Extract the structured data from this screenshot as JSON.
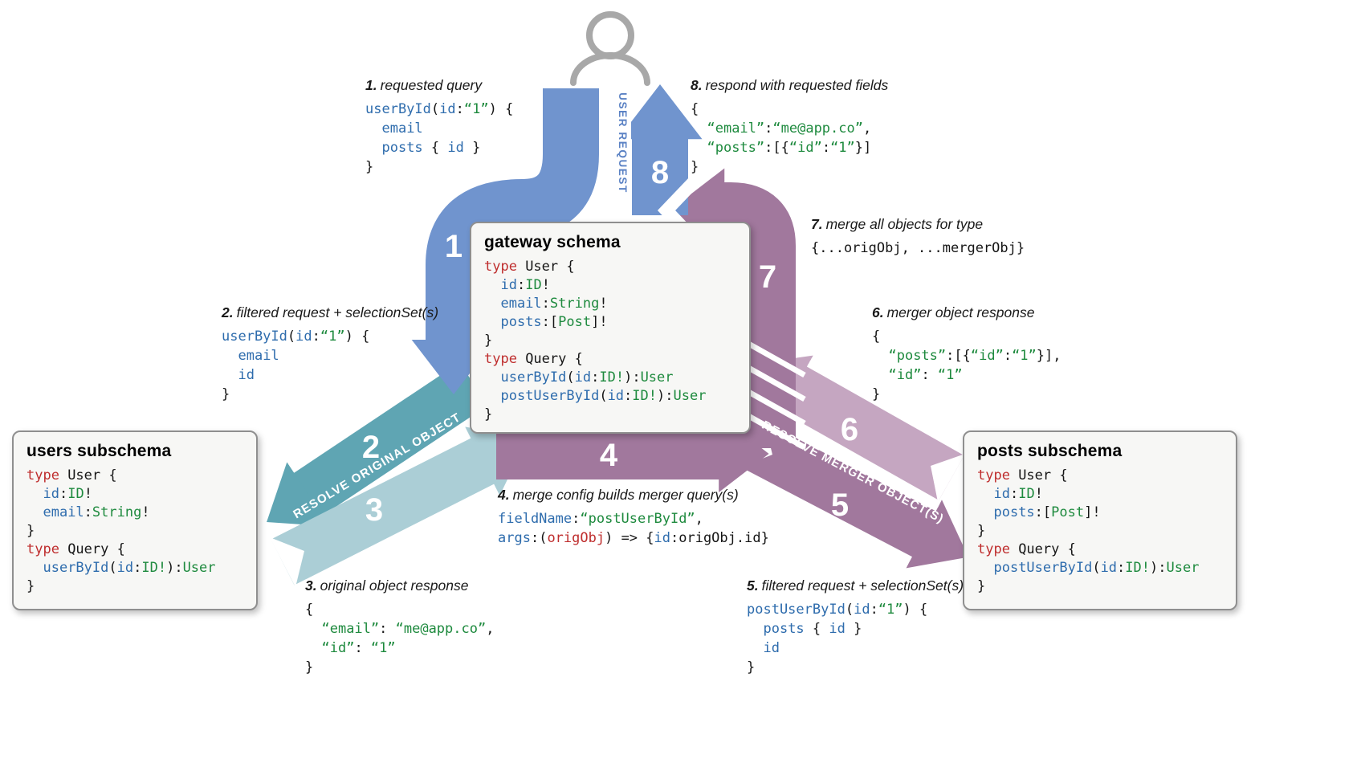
{
  "boxes": {
    "gateway": {
      "title": "gateway schema",
      "code": [
        [
          [
            "k",
            "type"
          ],
          [
            "p",
            " User {"
          ]
        ],
        [
          [
            "p",
            "  "
          ],
          [
            "f",
            "id"
          ],
          [
            "p",
            ":"
          ],
          [
            "t",
            "ID"
          ],
          [
            "p",
            "!"
          ]
        ],
        [
          [
            "p",
            "  "
          ],
          [
            "f",
            "email"
          ],
          [
            "p",
            ":"
          ],
          [
            "t",
            "String"
          ],
          [
            "p",
            "!"
          ]
        ],
        [
          [
            "p",
            "  "
          ],
          [
            "f",
            "posts"
          ],
          [
            "p",
            ":["
          ],
          [
            "t",
            "Post"
          ],
          [
            "p",
            "]!"
          ]
        ],
        [
          [
            "p",
            "}"
          ]
        ],
        [
          [
            "k",
            "type"
          ],
          [
            "p",
            " Query {"
          ]
        ],
        [
          [
            "p",
            "  "
          ],
          [
            "f",
            "userById"
          ],
          [
            "p",
            "("
          ],
          [
            "f",
            "id"
          ],
          [
            "p",
            ":"
          ],
          [
            "t",
            "ID!"
          ],
          [
            "p",
            "):"
          ],
          [
            "t",
            "User"
          ]
        ],
        [
          [
            "p",
            "  "
          ],
          [
            "f",
            "postUserById"
          ],
          [
            "p",
            "("
          ],
          [
            "f",
            "id"
          ],
          [
            "p",
            ":"
          ],
          [
            "t",
            "ID!"
          ],
          [
            "p",
            "):"
          ],
          [
            "t",
            "User"
          ]
        ],
        [
          [
            "p",
            "}"
          ]
        ]
      ]
    },
    "users": {
      "title": "users subschema",
      "code": [
        [
          [
            "k",
            "type"
          ],
          [
            "p",
            " User {"
          ]
        ],
        [
          [
            "p",
            "  "
          ],
          [
            "f",
            "id"
          ],
          [
            "p",
            ":"
          ],
          [
            "t",
            "ID"
          ],
          [
            "p",
            "!"
          ]
        ],
        [
          [
            "p",
            "  "
          ],
          [
            "f",
            "email"
          ],
          [
            "p",
            ":"
          ],
          [
            "t",
            "String"
          ],
          [
            "p",
            "!"
          ]
        ],
        [
          [
            "p",
            "}"
          ]
        ],
        [
          [
            "k",
            "type"
          ],
          [
            "p",
            " Query {"
          ]
        ],
        [
          [
            "p",
            "  "
          ],
          [
            "f",
            "userById"
          ],
          [
            "p",
            "("
          ],
          [
            "f",
            "id"
          ],
          [
            "p",
            ":"
          ],
          [
            "t",
            "ID!"
          ],
          [
            "p",
            "):"
          ],
          [
            "t",
            "User"
          ]
        ],
        [
          [
            "p",
            "}"
          ]
        ]
      ]
    },
    "posts": {
      "title": "posts subschema",
      "code": [
        [
          [
            "k",
            "type"
          ],
          [
            "p",
            " User {"
          ]
        ],
        [
          [
            "p",
            "  "
          ],
          [
            "f",
            "id"
          ],
          [
            "p",
            ":"
          ],
          [
            "t",
            "ID"
          ],
          [
            "p",
            "!"
          ]
        ],
        [
          [
            "p",
            "  "
          ],
          [
            "f",
            "posts"
          ],
          [
            "p",
            ":["
          ],
          [
            "t",
            "Post"
          ],
          [
            "p",
            "]!"
          ]
        ],
        [
          [
            "p",
            "}"
          ]
        ],
        [
          [
            "k",
            "type"
          ],
          [
            "p",
            " Query {"
          ]
        ],
        [
          [
            "p",
            "  "
          ],
          [
            "f",
            "postUserById"
          ],
          [
            "p",
            "("
          ],
          [
            "f",
            "id"
          ],
          [
            "p",
            ":"
          ],
          [
            "t",
            "ID!"
          ],
          [
            "p",
            "):"
          ],
          [
            "t",
            "User"
          ]
        ],
        [
          [
            "p",
            "}"
          ]
        ]
      ]
    }
  },
  "steps": {
    "s1": {
      "num": "1.",
      "label": "requested query",
      "code": [
        [
          [
            "f",
            "userById"
          ],
          [
            "p",
            "("
          ],
          [
            "f",
            "id"
          ],
          [
            "p",
            ":"
          ],
          [
            "s",
            "“1”"
          ],
          [
            "p",
            ") {"
          ]
        ],
        [
          [
            "p",
            "  "
          ],
          [
            "f",
            "email"
          ]
        ],
        [
          [
            "p",
            "  "
          ],
          [
            "f",
            "posts"
          ],
          [
            "p",
            " { "
          ],
          [
            "f",
            "id"
          ],
          [
            "p",
            " }"
          ]
        ],
        [
          [
            "p",
            "}"
          ]
        ]
      ]
    },
    "s2": {
      "num": "2.",
      "label": "filtered request + selectionSet(s)",
      "code": [
        [
          [
            "f",
            "userById"
          ],
          [
            "p",
            "("
          ],
          [
            "f",
            "id"
          ],
          [
            "p",
            ":"
          ],
          [
            "s",
            "“1”"
          ],
          [
            "p",
            ") {"
          ]
        ],
        [
          [
            "p",
            "  "
          ],
          [
            "f",
            "email"
          ]
        ],
        [
          [
            "p",
            "  "
          ],
          [
            "f",
            "id"
          ]
        ],
        [
          [
            "p",
            "}"
          ]
        ]
      ]
    },
    "s3": {
      "num": "3.",
      "label": "original object response",
      "code": [
        [
          [
            "p",
            "{"
          ]
        ],
        [
          [
            "p",
            "  "
          ],
          [
            "s",
            "“email”"
          ],
          [
            "p",
            ": "
          ],
          [
            "s",
            "“me@app.co”"
          ],
          [
            "p",
            ","
          ]
        ],
        [
          [
            "p",
            "  "
          ],
          [
            "s",
            "“id”"
          ],
          [
            "p",
            ": "
          ],
          [
            "s",
            "“1”"
          ]
        ],
        [
          [
            "p",
            "}"
          ]
        ]
      ]
    },
    "s4": {
      "num": "4.",
      "label": "merge config builds merger query(s)",
      "code": [
        [
          [
            "f",
            "fieldName"
          ],
          [
            "p",
            ":"
          ],
          [
            "s",
            "“postUserById”"
          ],
          [
            "p",
            ","
          ]
        ],
        [
          [
            "f",
            "args"
          ],
          [
            "p",
            ":("
          ],
          [
            "k",
            "origObj"
          ],
          [
            "p",
            ") => {"
          ],
          [
            "f",
            "id"
          ],
          [
            "p",
            ":origObj.id}"
          ]
        ]
      ]
    },
    "s5": {
      "num": "5.",
      "label": "filtered request + selectionSet(s)",
      "code": [
        [
          [
            "f",
            "postUserById"
          ],
          [
            "p",
            "("
          ],
          [
            "f",
            "id"
          ],
          [
            "p",
            ":"
          ],
          [
            "s",
            "“1”"
          ],
          [
            "p",
            ") {"
          ]
        ],
        [
          [
            "p",
            "  "
          ],
          [
            "f",
            "posts"
          ],
          [
            "p",
            " { "
          ],
          [
            "f",
            "id"
          ],
          [
            "p",
            " }"
          ]
        ],
        [
          [
            "p",
            "  "
          ],
          [
            "f",
            "id"
          ]
        ],
        [
          [
            "p",
            "}"
          ]
        ]
      ]
    },
    "s6": {
      "num": "6.",
      "label": "merger object response",
      "code": [
        [
          [
            "p",
            "{"
          ]
        ],
        [
          [
            "p",
            "  "
          ],
          [
            "s",
            "“posts”"
          ],
          [
            "p",
            ":[{"
          ],
          [
            "s",
            "“id”"
          ],
          [
            "p",
            ":"
          ],
          [
            "s",
            "“1”"
          ],
          [
            "p",
            "}],"
          ]
        ],
        [
          [
            "p",
            "  "
          ],
          [
            "s",
            "“id”"
          ],
          [
            "p",
            ": "
          ],
          [
            "s",
            "“1”"
          ]
        ],
        [
          [
            "p",
            "}"
          ]
        ]
      ]
    },
    "s7": {
      "num": "7.",
      "label": "merge all objects for type",
      "code": [
        [
          [
            "p",
            "{...origObj, ...mergerObj}"
          ]
        ]
      ]
    },
    "s8": {
      "num": "8.",
      "label": "respond with requested fields",
      "code": [
        [
          [
            "p",
            "{"
          ]
        ],
        [
          [
            "p",
            "  "
          ],
          [
            "s",
            "“email”"
          ],
          [
            "p",
            ":"
          ],
          [
            "s",
            "“me@app.co”"
          ],
          [
            "p",
            ","
          ]
        ],
        [
          [
            "p",
            "  "
          ],
          [
            "s",
            "“posts”"
          ],
          [
            "p",
            ":[{"
          ],
          [
            "s",
            "“id”"
          ],
          [
            "p",
            ":"
          ],
          [
            "s",
            "“1”"
          ],
          [
            "p",
            "}]"
          ]
        ],
        [
          [
            "p",
            "}"
          ]
        ]
      ]
    }
  },
  "arrows": {
    "numbers": {
      "n1": "1",
      "n2": "2",
      "n3": "3",
      "n4": "4",
      "n5": "5",
      "n6": "6",
      "n7": "7",
      "n8": "8"
    },
    "labels": {
      "user_request": "USER REQUEST",
      "resolve_original": "RESOLVE ORIGINAL OBJECT",
      "resolve_merger": "RESOLVE MERGER OBJECT(S)"
    }
  },
  "colors": {
    "band_blue": "#7094ce",
    "band_teal": "#5fa5b3",
    "band_teal_light": "#abced6",
    "band_purple": "#a1789d",
    "band_purple_light": "#c5a6c1",
    "user_request_text": "#5b82c4",
    "syntax_keyword": "#bf2e2e",
    "syntax_field": "#2e6cad",
    "syntax_type_string": "#1e8a3e",
    "code_text": "#161616",
    "box_background": "#f7f7f5",
    "box_border": "#8f8f8f",
    "icon_gray": "#a8a8a8"
  }
}
